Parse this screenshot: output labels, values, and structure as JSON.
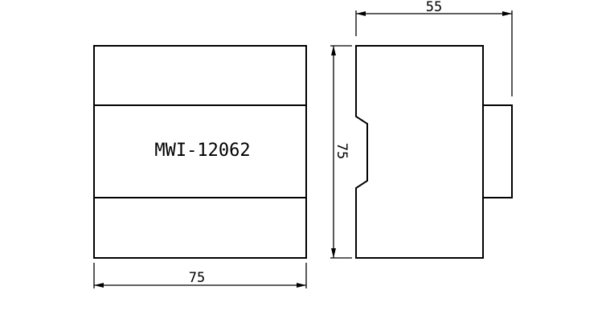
{
  "front_view": {
    "model_label": "MWI-12062",
    "width_dim": "75"
  },
  "side_view": {
    "depth_dim": "55",
    "height_dim": "75"
  }
}
